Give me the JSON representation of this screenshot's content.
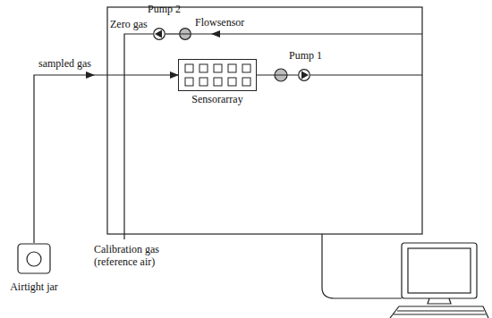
{
  "diagram": {
    "nodes": [
      {
        "text": [
          "Pump 2"
        ]
      },
      {
        "text": [
          "Flowsensor"
        ]
      },
      {
        "text": [
          "Sensorarray"
        ]
      },
      {
        "text": [
          "Pump 1"
        ]
      },
      {
        "text": [
          "Airtight jar"
        ]
      }
    ],
    "edges": [
      {
        "from": 1,
        "to": 0,
        "arrow": "none"
      },
      {
        "from": 4,
        "to": 2,
        "label": "sampled gas",
        "arrow": "to"
      },
      {
        "from": 2,
        "to": 3,
        "arrow": "none"
      }
    ],
    "labels": [
      "Zero gas",
      "Calibration gas (reference air)"
    ]
  }
}
